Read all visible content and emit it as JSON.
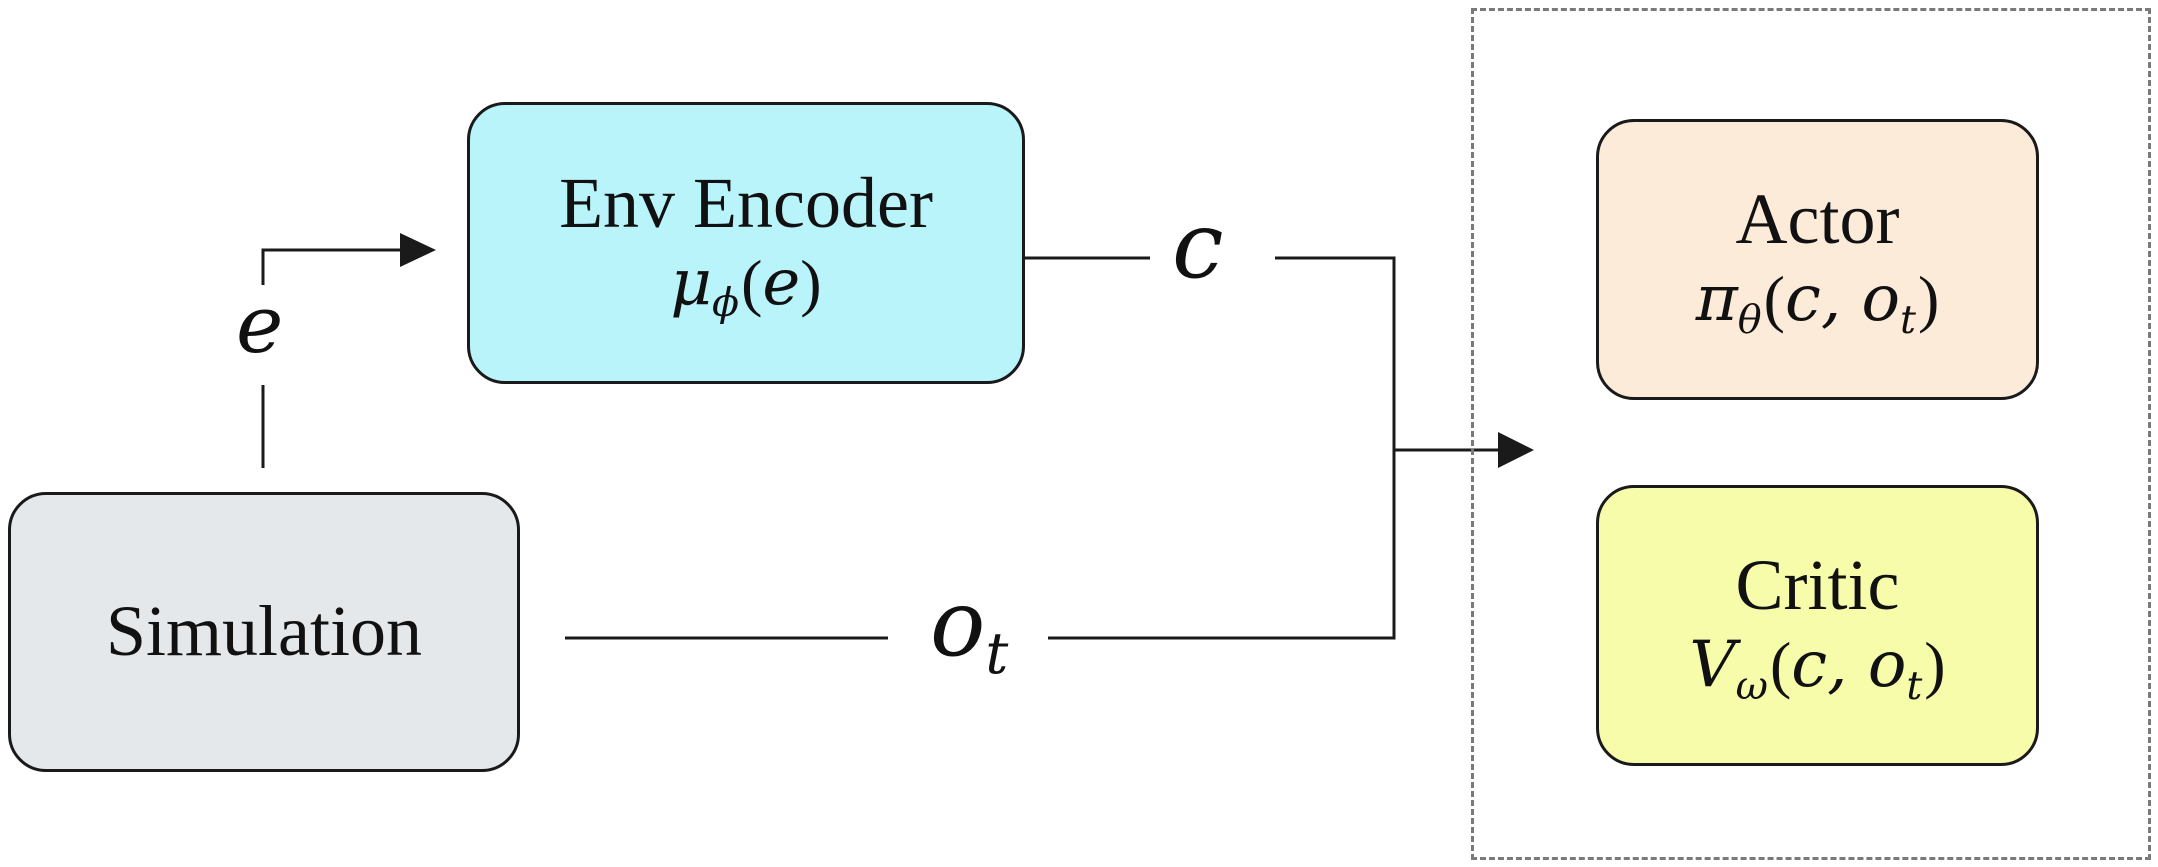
{
  "nodes": {
    "simulation": {
      "title": "Simulation",
      "fill": "#e4e8eb"
    },
    "env_encoder": {
      "title": "Env Encoder",
      "func": "μ",
      "sub": "ϕ",
      "args": "e",
      "fill": "#b9f4fb"
    },
    "actor": {
      "title": "Actor",
      "func": "π",
      "sub": "θ",
      "args": "c, o",
      "args_sub": "t",
      "fill": "#fdebd9"
    },
    "critic": {
      "title": "Critic",
      "func": "V",
      "sub": "ω",
      "args": "c, o",
      "args_sub": "t",
      "fill": "#f6fca9"
    }
  },
  "edges": {
    "e": {
      "label": "e"
    },
    "c": {
      "label": "c"
    },
    "o_t": {
      "label": "o",
      "label_sub": "t"
    }
  },
  "colors": {
    "line": "#1a1a1a",
    "dashed_frame": "#7a7a7a",
    "text": "#111111"
  }
}
